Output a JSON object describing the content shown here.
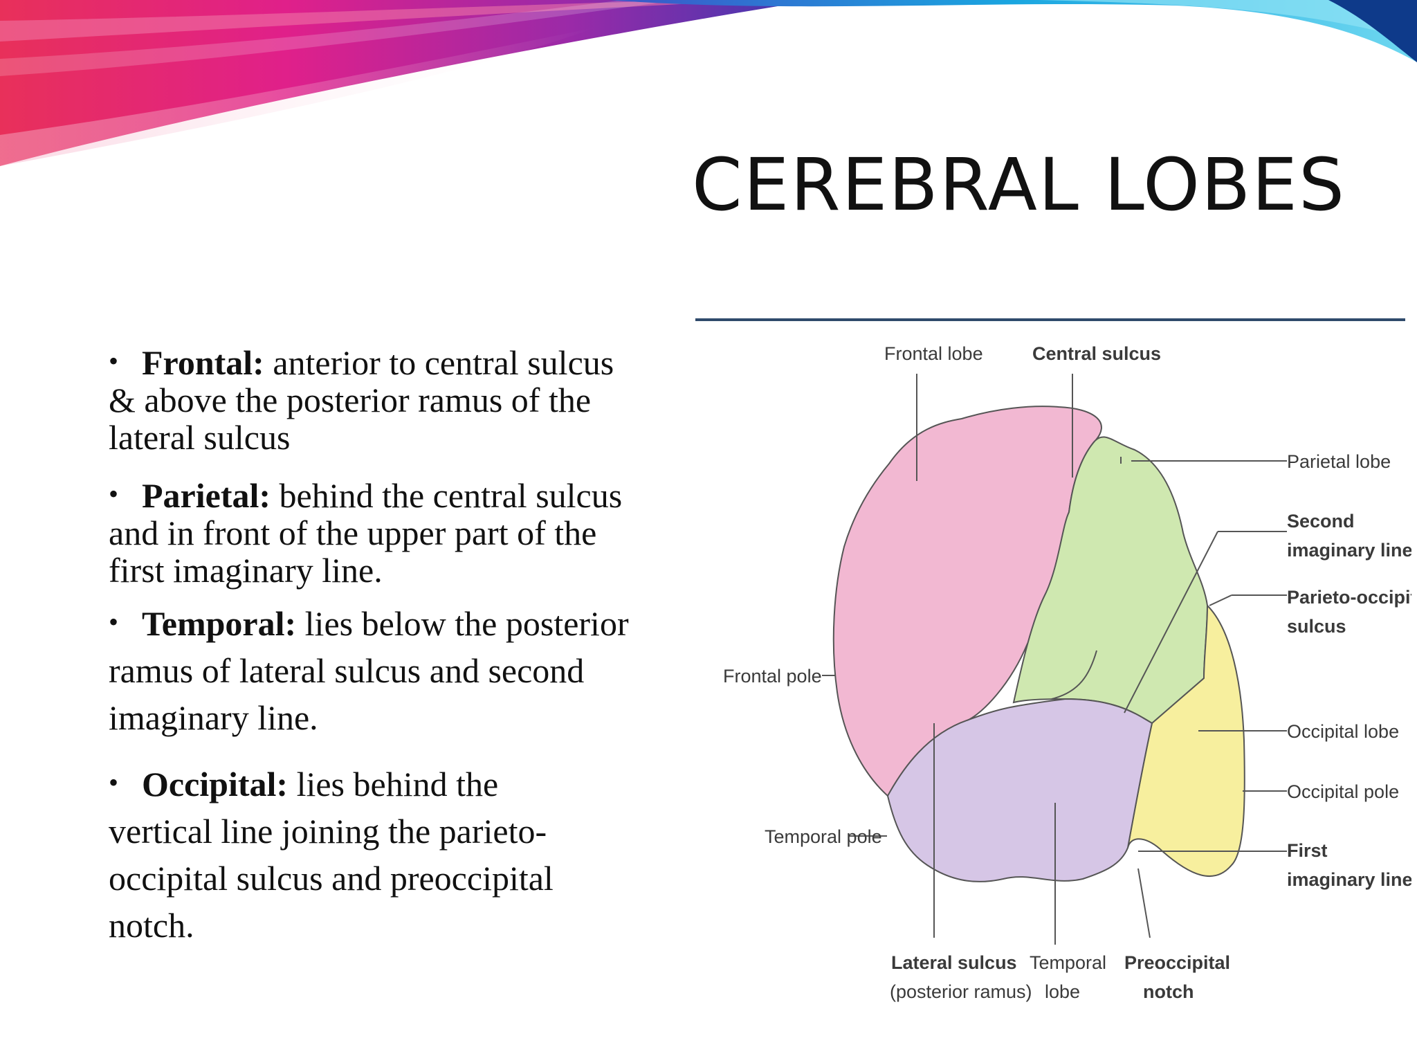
{
  "slide": {
    "title": "CEREBRAL LOBES"
  },
  "bullets": [
    {
      "term": "Frontal:",
      "lines": [
        " anterior to central sulcus",
        "& above the posterior ramus of the",
        "lateral sulcus"
      ]
    },
    {
      "term": "Parietal:",
      "lines": [
        " behind the central sulcus",
        "and in front of the upper part of the",
        "first  imaginary line."
      ]
    },
    {
      "term": "Temporal:",
      "lines": [
        " lies below the posterior",
        "ramus of lateral sulcus and second",
        "imaginary  line."
      ]
    },
    {
      "term": "Occipital:",
      "lines": [
        " lies behind the",
        "vertical line joining the parieto-",
        "occipital sulcus and  preoccipital",
        "notch."
      ]
    }
  ],
  "diagram": {
    "labels": {
      "frontal_lobe": "Frontal lobe",
      "central_sulcus": "Central sulcus",
      "parietal_lobe": "Parietal lobe",
      "second_imaginary_line_1": "Second",
      "second_imaginary_line_2": "imaginary line",
      "parieto_occipital_1": "Parieto-occipital",
      "parieto_occipital_2": "sulcus",
      "frontal_pole": "Frontal pole",
      "occipital_lobe": "Occipital lobe",
      "occipital_pole": "Occipital pole",
      "temporal_pole": "Temporal pole",
      "first_imaginary_line_1": "First",
      "first_imaginary_line_2": "imaginary line",
      "lateral_sulcus_1": "Lateral sulcus",
      "lateral_sulcus_2": "(posterior ramus)",
      "temporal_lobe_1": "Temporal",
      "temporal_lobe_2": "lobe",
      "preoccipital_1": "Preoccipital",
      "preoccipital_2": "notch"
    },
    "colors": {
      "frontal": "#f2b8d2",
      "parietal": "#cfe8b0",
      "temporal": "#d6c6e6",
      "occipital": "#f7ef9e",
      "outline": "#555555"
    }
  },
  "theme": {
    "rule_color": "#2f4a6b"
  }
}
